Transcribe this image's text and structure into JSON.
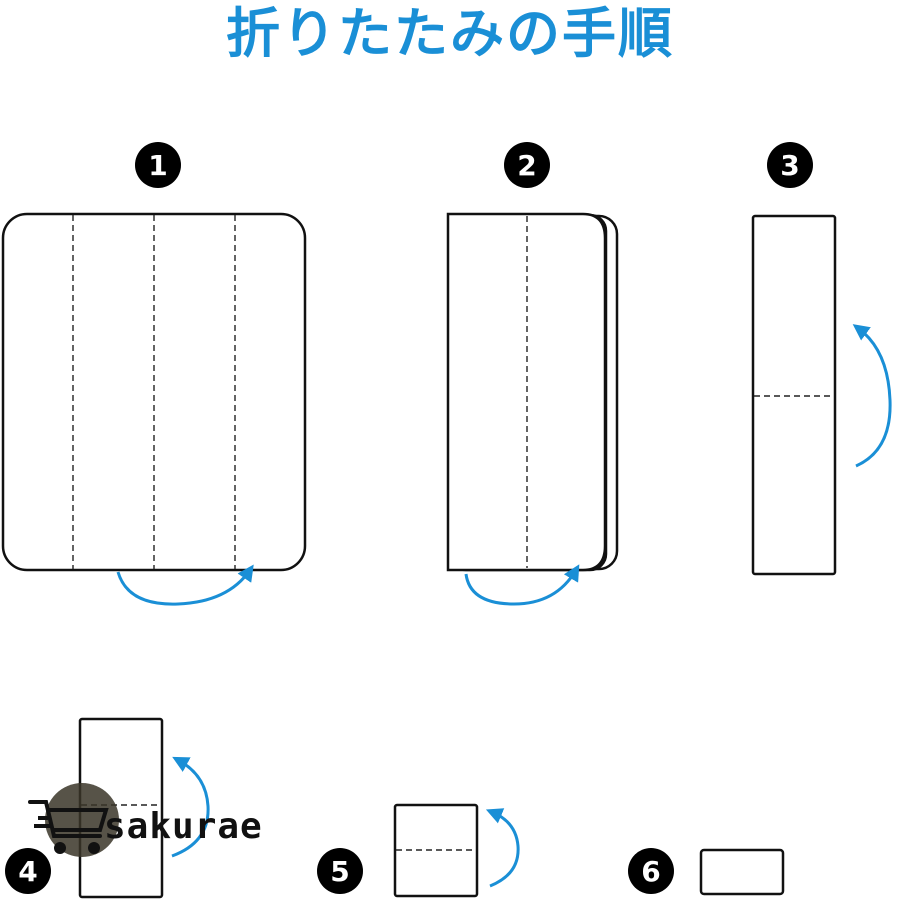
{
  "title": "折りたたみの手順",
  "steps": [
    {
      "number": "1"
    },
    {
      "number": "2"
    },
    {
      "number": "3"
    },
    {
      "number": "4"
    },
    {
      "number": "5"
    },
    {
      "number": "6"
    }
  ],
  "watermark": {
    "text": "sakurae"
  },
  "colors": {
    "accent": "#1a8fd6",
    "line": "#111111",
    "badge": "#000000"
  },
  "icons": [
    "fold-arrow-icon",
    "shopping-cart-icon"
  ]
}
